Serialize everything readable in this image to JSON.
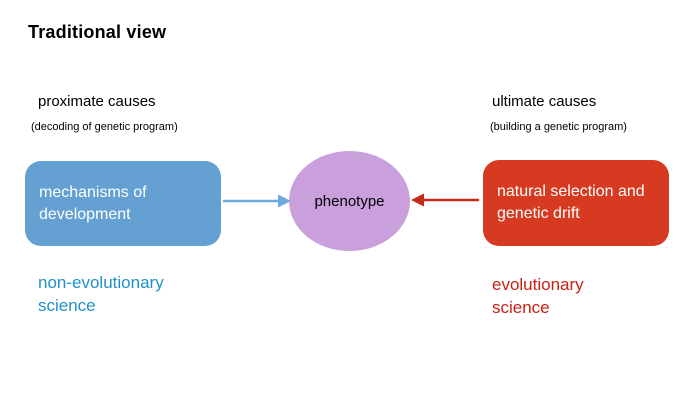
{
  "title": "Traditional view",
  "left": {
    "heading": "proximate causes",
    "subheading": "(decoding of genetic program)",
    "box_label": "mechanisms of development",
    "footnote": "non-evolutionary science"
  },
  "center": {
    "label": "phenotype"
  },
  "right": {
    "heading": "ultimate causes",
    "subheading": "(building a genetic program)",
    "box_label": "natural selection and genetic drift",
    "footnote": "evolutionary science"
  },
  "colors": {
    "blue_box": "#64a0d2",
    "red_box": "#d63b22",
    "ellipse": "#c9a0dc",
    "blue_text": "#2191c9",
    "red_text": "#cc2014",
    "blue_arrow": "#6fa8dc",
    "red_arrow": "#c62817"
  }
}
